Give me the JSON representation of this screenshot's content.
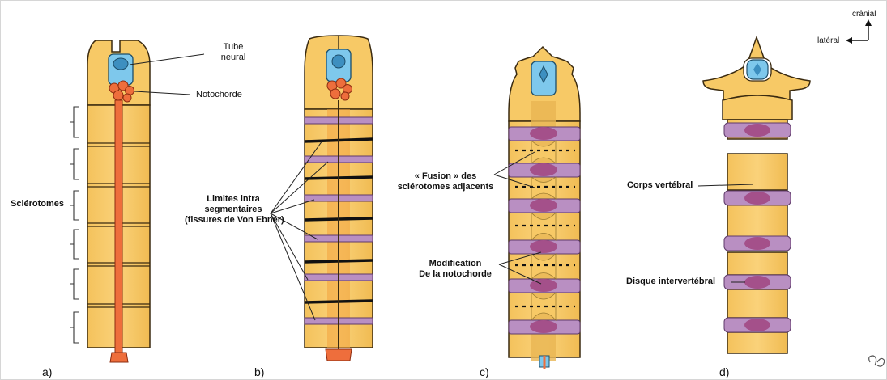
{
  "panels": {
    "a": "a)",
    "b": "b)",
    "c": "c)",
    "d": "d)"
  },
  "labels": {
    "tube_neural_1": "Tube",
    "tube_neural_2": "neural",
    "notochorde": "Notochorde",
    "sclerotomes": "Sclérotomes",
    "limites_1": "Limites intra",
    "limites_2": "segmentaires",
    "limites_3": "(fissures de Von Ebner)",
    "fusion_1": "« Fusion » des",
    "fusion_2": "sclérotomes adjacents",
    "modif_1": "Modification",
    "modif_2": "De la notochorde",
    "corps": "Corps vertébral",
    "disque": "Disque intervertébral"
  },
  "orientation": {
    "cranial": "crânial",
    "lateral": "latéral"
  },
  "colors": {
    "tissue": "#f7c966",
    "tissue_stroke": "#c9972e",
    "tube": "#7ec8ec",
    "notochord": "#ee6e3c",
    "disc": "#b98fc2",
    "disc_core": "#a4508a",
    "outline": "#3a2a10"
  },
  "icons": {
    "signature": "signature-icon"
  }
}
